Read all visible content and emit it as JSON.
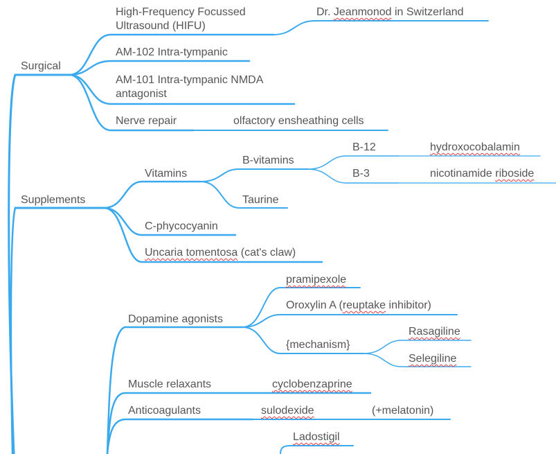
{
  "colors": {
    "branch": "#3aa9ee",
    "text": "#555555",
    "spell_underline": "#e23b3b"
  },
  "nodes": {
    "surgical": "Surgical",
    "hifu": "High-Frequency Focussed\nUltrasound (HIFU)",
    "jeanmonod_prefix": "Dr. ",
    "jeanmonod_name": "Jeanmonod",
    "jeanmonod_suffix": " in Switzerland",
    "am102": "AM-102 Intra-tympanic",
    "am101": "AM-101 Intra-tympanic NMDA\nantagonist",
    "nerve_repair": "Nerve repair",
    "olfactory": "olfactory ensheathing cells",
    "supplements": "Supplements",
    "vitamins": "Vitamins",
    "b_vitamins": "B-vitamins",
    "b12": "B-12",
    "hydroxocobalamin": "hydroxocobalamin",
    "b3": "B-3",
    "nicotinamide_a": "nicotinamide ",
    "nicotinamide_b": "riboside",
    "taurine": "Taurine",
    "c_phycocyanin": "C-phycocyanin",
    "uncaria_a": "Uncaria tomentosa",
    "uncaria_b": " (cat's claw)",
    "dopamine_agonists": "Dopamine agonists",
    "pramipexole": "pramipexole",
    "oroxylin_a": "Oroxylin A (",
    "oroxylin_b": "reuptake",
    "oroxylin_c": " inhibitor)",
    "mechanism": "{mechanism}",
    "rasagiline": "Rasagiline",
    "selegiline": "Selegiline",
    "muscle_relaxants": "Muscle relaxants",
    "cyclobenzaprine": "cyclobenzaprine",
    "anticoagulants": "Anticoagulants",
    "sulodexide": "sulodexide",
    "melatonin": "(+melatonin)",
    "ladostigil": "Ladostigil"
  }
}
